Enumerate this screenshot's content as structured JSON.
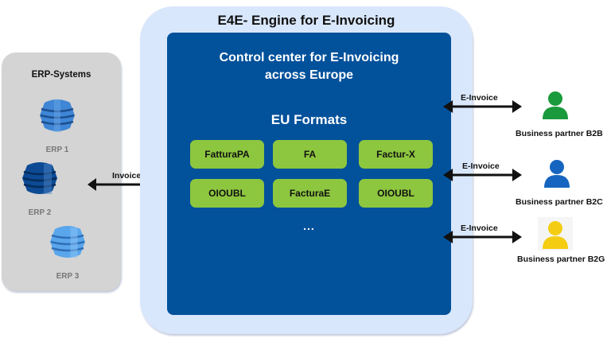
{
  "erp": {
    "title": "ERP-Systems",
    "systems": [
      {
        "label": "ERP 1",
        "icon": "database-icon",
        "color": "#3f86d6"
      },
      {
        "label": "ERP 2",
        "icon": "database-icon",
        "color": "#0c4a94"
      },
      {
        "label": "ERP 3",
        "icon": "database-icon",
        "color": "#5aa6ec"
      }
    ],
    "connection_label": "Invoice"
  },
  "engine": {
    "title": "E4E- Engine for E-Invoicing",
    "subtitle_line1": "Control center for E-Invoicing",
    "subtitle_line2": "across Europe",
    "formats_title": "EU Formats",
    "formats": [
      "FatturaPA",
      "FA",
      "Factur-X",
      "OIOUBL",
      "FacturaE",
      "OIOUBL"
    ],
    "more": "..."
  },
  "partners": [
    {
      "arrow_label": "E-Invoice",
      "label": "Business partner B2B",
      "icon": "person-icon",
      "color": "#1a9a3c"
    },
    {
      "arrow_label": "E-Invoice",
      "label": "Business partner B2C",
      "icon": "person-icon",
      "color": "#1565c0"
    },
    {
      "arrow_label": "E-Invoice",
      "label": "Business partner B2G",
      "icon": "person-icon",
      "color": "#f4cd12"
    }
  ],
  "colors": {
    "engine_dark": "#02519b",
    "engine_light": "#d9e7fc",
    "format_box": "#8dc63f",
    "erp_panel": "#d4d4d4"
  }
}
